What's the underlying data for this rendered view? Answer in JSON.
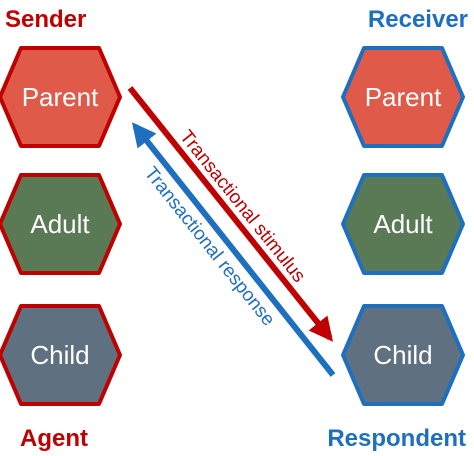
{
  "colors": {
    "sender": "#c00000",
    "receiver": "#1f6fc0",
    "parent_fill": "#e05a4a",
    "adult_fill": "#5a7a55",
    "child_fill": "#5f7080",
    "stimulus_arrow": "#c00000",
    "response_arrow": "#1f6fc0",
    "label_text": "#ffffff"
  },
  "headings": {
    "sender": "Sender",
    "receiver": "Receiver",
    "agent": "Agent",
    "respondent": "Respondent"
  },
  "left_column": [
    {
      "state": "parent",
      "label": "Parent"
    },
    {
      "state": "adult",
      "label": "Adult"
    },
    {
      "state": "child",
      "label": "Child"
    }
  ],
  "right_column": [
    {
      "state": "parent",
      "label": "Parent"
    },
    {
      "state": "adult",
      "label": "Adult"
    },
    {
      "state": "child",
      "label": "Child"
    }
  ],
  "arrows": {
    "stimulus": "Transactional stimulus",
    "response": "Transactional response"
  }
}
